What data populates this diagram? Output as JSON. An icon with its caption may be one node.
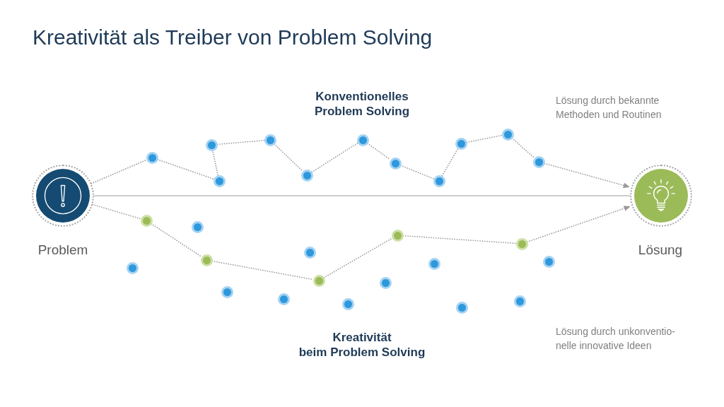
{
  "diagram": {
    "title": "Kreativität als Treiber von Problem Solving",
    "nodes": [
      {
        "text": [],
        "shape": "circle",
        "beside": [
          "Problem"
        ]
      },
      {
        "text": [],
        "shape": "circle"
      },
      {
        "text": [],
        "shape": "circle"
      },
      {
        "text": [],
        "shape": "circle"
      },
      {
        "text": [],
        "shape": "circle"
      },
      {
        "text": [],
        "shape": "circle"
      },
      {
        "text": [],
        "shape": "circle"
      },
      {
        "text": [],
        "shape": "circle"
      },
      {
        "text": [],
        "shape": "circle"
      },
      {
        "text": [],
        "shape": "circle"
      },
      {
        "text": [],
        "shape": "circle"
      },
      {
        "text": [],
        "shape": "circle"
      },
      {
        "text": [],
        "shape": "circle"
      },
      {
        "text": [],
        "shape": "circle"
      },
      {
        "text": [],
        "shape": "circle"
      },
      {
        "text": [],
        "shape": "circle"
      },
      {
        "text": [],
        "shape": "circle"
      },
      {
        "text": [],
        "shape": "circle",
        "beside": [
          "Lösung"
        ]
      }
    ],
    "edges": [
      {
        "from": 0,
        "to": 1,
        "arrow": "none",
        "style": "dashed"
      },
      {
        "from": 1,
        "to": 2,
        "arrow": "none",
        "style": "dashed"
      },
      {
        "from": 2,
        "to": 3,
        "arrow": "none",
        "style": "dashed"
      },
      {
        "from": 3,
        "to": 4,
        "arrow": "none",
        "style": "dashed"
      },
      {
        "from": 4,
        "to": 5,
        "arrow": "none",
        "style": "dashed"
      },
      {
        "from": 5,
        "to": 6,
        "arrow": "none",
        "style": "dashed"
      },
      {
        "from": 6,
        "to": 7,
        "arrow": "none",
        "style": "dashed"
      },
      {
        "from": 7,
        "to": 8,
        "arrow": "none",
        "style": "dashed"
      },
      {
        "from": 8,
        "to": 9,
        "arrow": "none",
        "style": "dashed"
      },
      {
        "from": 9,
        "to": 10,
        "arrow": "none",
        "style": "dashed"
      },
      {
        "from": 10,
        "to": 11,
        "arrow": "none",
        "style": "dashed"
      },
      {
        "from": 11,
        "to": 17,
        "arrow": "to",
        "style": "dashed"
      },
      {
        "from": 0,
        "to": 17,
        "arrow": "none"
      },
      {
        "from": 0,
        "to": 12,
        "arrow": "none",
        "style": "dashed"
      },
      {
        "from": 12,
        "to": 13,
        "arrow": "none",
        "style": "dashed"
      },
      {
        "from": 13,
        "to": 14,
        "arrow": "none",
        "style": "dashed"
      },
      {
        "from": 14,
        "to": 15,
        "arrow": "none",
        "style": "dashed"
      },
      {
        "from": 15,
        "to": 16,
        "arrow": "none",
        "style": "dashed"
      },
      {
        "from": 16,
        "to": 17,
        "arrow": "to",
        "style": "dashed"
      }
    ],
    "labels": [
      "Konventionelles Problem Solving",
      "Lösung durch bekannte Methoden und Routinen",
      "Kreativität beim Problem Solving",
      "Lösung durch unkonventio- nelle innovative Ideen"
    ]
  }
}
